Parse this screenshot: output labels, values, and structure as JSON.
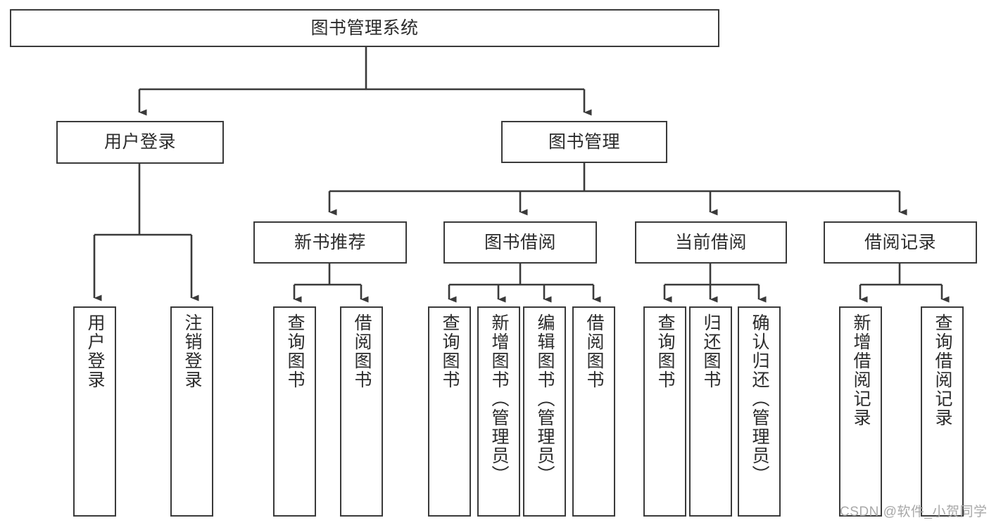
{
  "diagram": {
    "type": "hierarchy-tree",
    "title": "图书管理系统",
    "colors": {
      "box_border": "#3a3a3a",
      "box_fill": "#ffffff",
      "line": "#3a3a3a",
      "text": "#2b2b2b",
      "watermark": "#a8a8a8"
    },
    "root": {
      "label": "图书管理系统"
    },
    "level2": [
      {
        "label": "用户登录"
      },
      {
        "label": "图书管理"
      }
    ],
    "level3": [
      {
        "label": "新书推荐"
      },
      {
        "label": "图书借阅"
      },
      {
        "label": "当前借阅"
      },
      {
        "label": "借阅记录"
      }
    ],
    "leaves": {
      "user_login": [
        {
          "label": "用户登录"
        },
        {
          "label": "注销登录"
        }
      ],
      "new_book": [
        {
          "label": "查询图书"
        },
        {
          "label": "借阅图书"
        }
      ],
      "book_borrow": [
        {
          "label": "查询图书"
        },
        {
          "label": "新增图书（管理员）"
        },
        {
          "label": "编辑图书（管理员）"
        },
        {
          "label": "借阅图书"
        }
      ],
      "current_borrow": [
        {
          "label": "查询图书"
        },
        {
          "label": "归还图书"
        },
        {
          "label": "确认归还（管理员）"
        }
      ],
      "borrow_record": [
        {
          "label": "新增借阅记录"
        },
        {
          "label": "查询借阅记录"
        }
      ]
    }
  },
  "watermark": {
    "text": "CSDN @软件_小贺同学"
  }
}
